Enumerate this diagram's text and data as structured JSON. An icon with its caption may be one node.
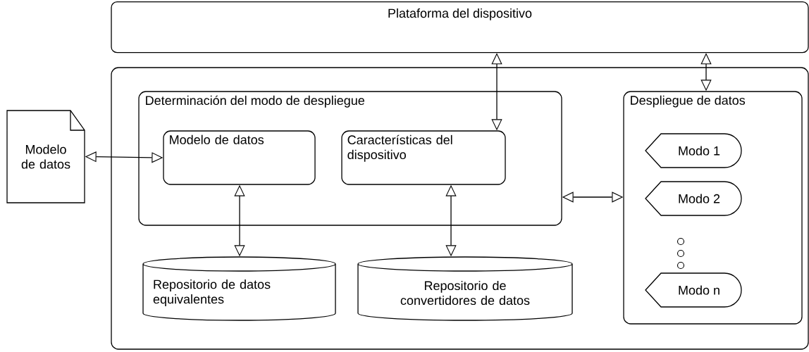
{
  "diagram": {
    "nodes": [
      {
        "text": [
          "Plataforma del dispositivo"
        ]
      },
      {
        "text": [],
        "shape": "box"
      },
      {
        "text": [
          "Modelo de datos"
        ]
      },
      {
        "text": [
          "Determinación del modo de despliegue"
        ],
        "in": 1
      },
      {
        "text": [
          "Modelo de datos"
        ],
        "in": 3
      },
      {
        "text": [
          "Características del dispositivo"
        ],
        "in": 3
      },
      {
        "text": [
          "Repositorio de datos equivalentes"
        ],
        "in": 1
      },
      {
        "text": [
          "Repositorio de convertidores de datos"
        ],
        "in": 1
      },
      {
        "text": [
          "Despliegue de datos"
        ],
        "in": 1
      },
      {
        "text": [
          "Modo 1"
        ],
        "in": 8
      },
      {
        "text": [
          "Modo 2"
        ],
        "in": 8
      },
      {
        "text": [
          "Modo n"
        ],
        "in": 8
      }
    ],
    "edges": [
      {
        "from": 2,
        "to": 4,
        "arrow": "both"
      },
      {
        "from": 0,
        "to": 5,
        "arrow": "both"
      },
      {
        "from": 0,
        "to": 8,
        "arrow": "both"
      },
      {
        "from": 4,
        "to": 6,
        "arrow": "both"
      },
      {
        "from": 5,
        "to": 7,
        "arrow": "both"
      },
      {
        "from": 3,
        "to": 8,
        "arrow": "both"
      }
    ]
  }
}
